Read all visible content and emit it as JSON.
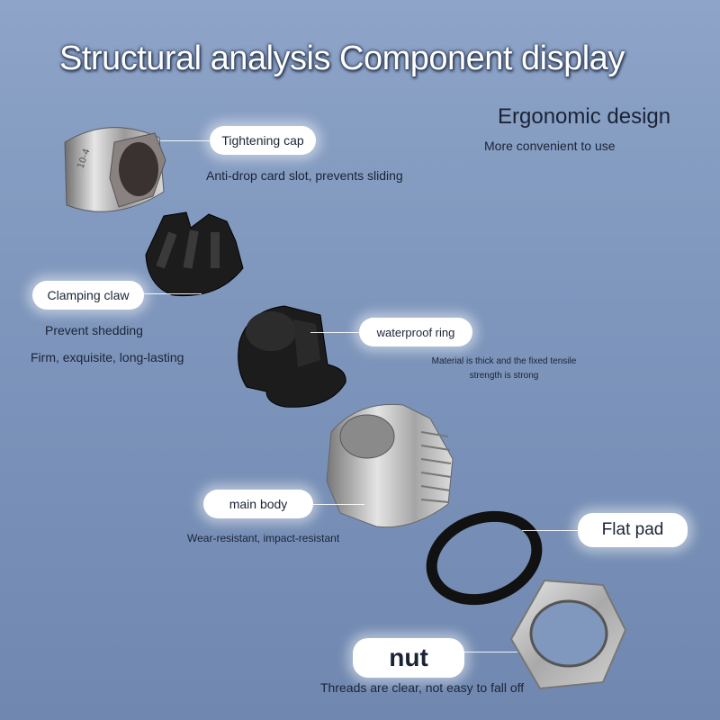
{
  "title": "Structural analysis  Component display",
  "ergonomic": {
    "title": "Ergonomic design",
    "subtitle": "More convenient to use"
  },
  "parts": {
    "tightening_cap": {
      "label": "Tightening cap",
      "note": "Anti-drop card slot, prevents sliding"
    },
    "clamping_claw": {
      "label": "Clamping claw",
      "note_1": "Prevent shedding",
      "note_2": "Firm, exquisite, long-lasting"
    },
    "waterproof_ring": {
      "label": "waterproof ring",
      "note": "Material is thick and the fixed tensile strength is strong"
    },
    "main_body": {
      "label": "main body",
      "note": "Wear-resistant, impact-resistant"
    },
    "flat_pad": {
      "label": "Flat pad"
    },
    "nut": {
      "label": "nut",
      "note": "Threads are clear, not easy to fall off"
    }
  },
  "colors": {
    "background_top": "#8ea4c8",
    "background_bottom": "#7088b0",
    "text_dark": "#1b2336",
    "label_pill": "#ffffff",
    "metal": "#c9c9c9",
    "rubber": "#1a1a1a"
  }
}
